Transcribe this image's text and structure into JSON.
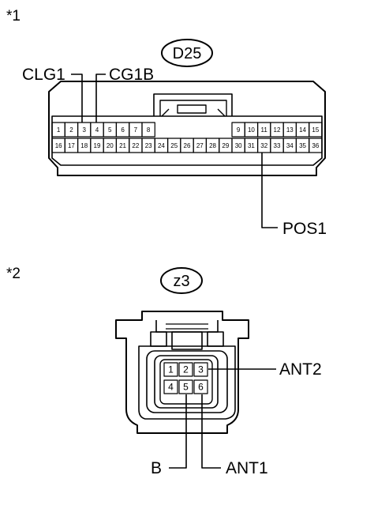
{
  "section1": {
    "marker": "*1",
    "connector_id": "D25",
    "top_pins": [
      "1",
      "2",
      "3",
      "4",
      "5",
      "6",
      "7",
      "8",
      "9",
      "10",
      "11",
      "12",
      "13",
      "14",
      "15"
    ],
    "bottom_pins": [
      "16",
      "17",
      "18",
      "19",
      "20",
      "21",
      "22",
      "23",
      "24",
      "25",
      "26",
      "27",
      "28",
      "29",
      "30",
      "31",
      "32",
      "33",
      "34",
      "35",
      "36"
    ],
    "labels": {
      "clg1": "CLG1",
      "cg1b": "CG1B",
      "pos1": "POS1"
    }
  },
  "section2": {
    "marker": "*2",
    "connector_id": "z3",
    "pins": [
      "1",
      "2",
      "3",
      "4",
      "5",
      "6"
    ],
    "labels": {
      "ant2": "ANT2",
      "b": "B",
      "ant1": "ANT1"
    }
  }
}
